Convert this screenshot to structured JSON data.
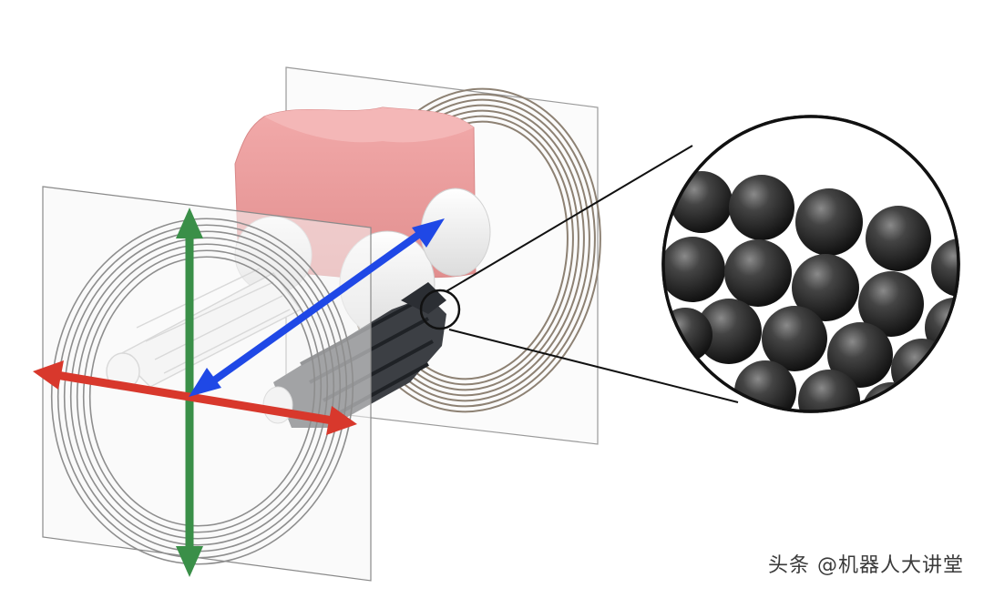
{
  "watermark": "头条 @机器人大讲堂",
  "colors": {
    "axis_vertical": "#3a8f48",
    "axis_horizontal": "#d8382c",
    "axis_depth": "#1f48e6",
    "tissue": "#ec9c9c",
    "sphere": "#3a3a3a"
  },
  "icons": [
    "green-vertical-arrow",
    "red-horizontal-arrow",
    "blue-diagonal-arrow",
    "magnifier-circle"
  ]
}
